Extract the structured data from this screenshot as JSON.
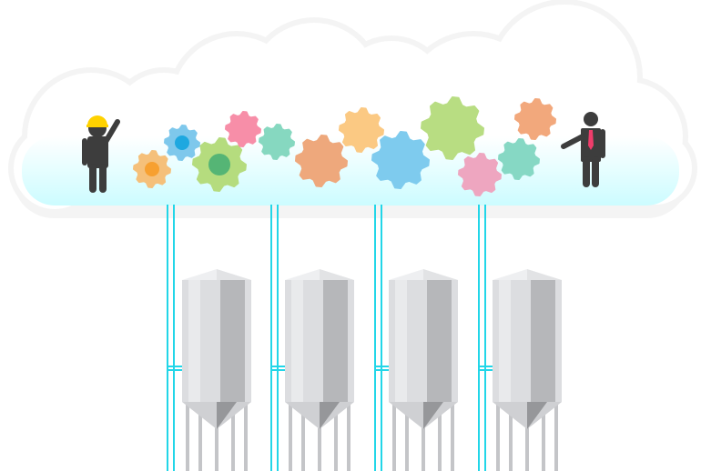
{
  "colors": {
    "pipe": "#22d6e8",
    "cloud_band_top": "#ffffff",
    "cloud_band_bottom": "#ccfcff",
    "figure": "#3d3d3d",
    "helmet": "#ffd200",
    "tie": "#ef3d6b",
    "silo_light": "#e9eaec",
    "silo_mid": "#dcdde0",
    "silo_dark": "#b6b7ba",
    "silo_leg": "#c4c5c8"
  },
  "gears": [
    {
      "name": "orange-gear",
      "color": "#f5c07a",
      "hub": "#f7a030"
    },
    {
      "name": "blue-gear",
      "color": "#7ec8ec",
      "hub": "#1ea8e0"
    },
    {
      "name": "green-gear",
      "color": "#b5dc7e",
      "hub": "#55b575"
    },
    {
      "name": "pink-gear",
      "color": "#f78ea8",
      "hub": null
    },
    {
      "name": "teal-gear",
      "color": "#86d8c0",
      "hub": null
    },
    {
      "name": "salmon-gear",
      "color": "#eea87c",
      "hub": null
    },
    {
      "name": "yellow-gear",
      "color": "#fbc983",
      "hub": null
    },
    {
      "name": "sky-gear",
      "color": "#7ecbee",
      "hub": null
    },
    {
      "name": "lime-gear",
      "color": "#b8dd82",
      "hub": null
    },
    {
      "name": "rose-gear",
      "color": "#eea6c0",
      "hub": null
    },
    {
      "name": "mint-gear",
      "color": "#86d8c4",
      "hub": null
    },
    {
      "name": "peach-gear",
      "color": "#f2a87c",
      "hub": null
    }
  ],
  "silo_count": 4
}
